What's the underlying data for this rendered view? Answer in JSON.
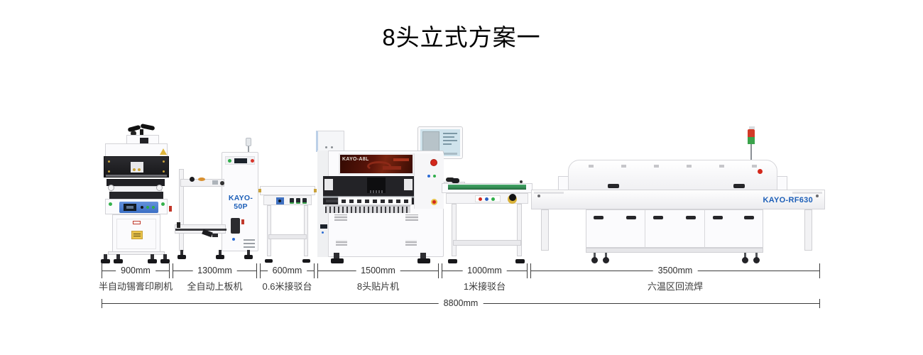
{
  "title": "8头立式方案一",
  "colors": {
    "brand_blue": "#1d5fb8",
    "machine_white": "#fbfbfd",
    "accent_red": "#d3281c",
    "accent_green": "#2fae4a",
    "belt_green": "#2f8f57",
    "pnp_window_maroon": "#5c150a",
    "dimension_line": "#3c3c3c"
  },
  "machines": {
    "loader": {
      "brand": "KAYO-50P"
    },
    "pnp": {
      "brand": "KAYO-A8L"
    },
    "oven": {
      "brand": "KAYO-RF630"
    }
  },
  "dimensions": {
    "segments": [
      {
        "value": "900mm",
        "label": "半自动锡膏印刷机"
      },
      {
        "value": "1300mm",
        "label": "全自动上板机"
      },
      {
        "value": "600mm",
        "label": "0.6米接驳台"
      },
      {
        "value": "1500mm",
        "label": "8头贴片机"
      },
      {
        "value": "1000mm",
        "label": "1米接驳台"
      },
      {
        "value": "3500mm",
        "label": "六温区回流焊"
      }
    ],
    "total": "8800mm"
  }
}
